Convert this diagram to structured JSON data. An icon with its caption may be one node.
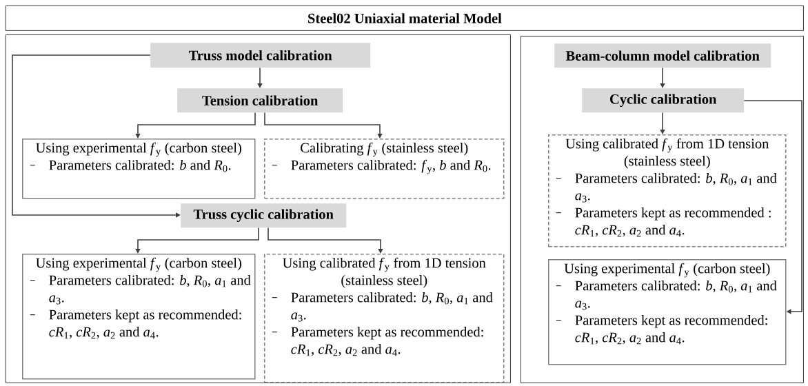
{
  "diagram": {
    "title": "Steel02 Uniaxial material Model",
    "nodes": [
      {
        "text": [],
        "shape": "box"
      },
      {
        "text": [
          "Truss model calibration"
        ],
        "in": 0
      },
      {
        "text": [
          "Tension calibration"
        ],
        "in": 0
      },
      {
        "text": [
          "Using experimental *f*$_{y}$ (carbon steel)",
          "Parameters calibrated: *b* and *R*$_{0}$."
        ],
        "in": 0
      },
      {
        "text": [
          "Calibrating *f*$_{y}$ (stainless steel)",
          "Parameters calibrated: *f*$_{y}$, *b* and *R*$_{0}$."
        ],
        "in": 0
      },
      {
        "text": [
          "Truss cyclic calibration"
        ],
        "in": 0
      },
      {
        "text": [
          "Using experimental *f*$_{y}$ (carbon steel)",
          "Parameters calibrated: *b*, *R*$_{0}$, *a*$_{1}$ and *a*$_{3}$.",
          "Parameters kept as recommended: *cR*$_{1}$, *cR*$_{2}$, *a*$_{2}$ and *a*$_{4}$."
        ],
        "in": 0
      },
      {
        "text": [
          "Using calibrated *f*$_{y}$ from 1D tension (stainless steel)",
          "Parameters calibrated: *b*, *R*$_{0}$, *a*$_{1}$ and *a*$_{3}$.",
          "Parameters kept as recommended: *cR*$_{1}$, *cR*$_{2}$, *a*$_{2}$ and *a*$_{4}$."
        ],
        "in": 0
      },
      {
        "text": [],
        "shape": "box"
      },
      {
        "text": [
          "Beam-column model calibration"
        ],
        "in": 8
      },
      {
        "text": [
          "Cyclic calibration"
        ],
        "in": 8
      },
      {
        "text": [
          "Using calibrated *f*$_{y}$ from 1D tension (stainless steel)",
          "Parameters calibrated: *b*, *R*$_{0}$, *a*$_{1}$ and *a*$_{3}$.",
          "Parameters kept as recommended : *cR*$_{1}$, *cR*$_{2}$, *a*$_{2}$ and *a*$_{4}$."
        ],
        "in": 8
      },
      {
        "text": [
          "Using experimental *f*$_{y}$ (carbon steel)",
          "Parameters calibrated: *b*, *R*$_{0}$, *a*$_{1}$ and *a*$_{3}$.",
          "Parameters kept as recommended: *cR*$_{1}$, *cR*$_{2}$, *a*$_{2}$ and *a*$_{4}$."
        ],
        "in": 8
      }
    ],
    "edges": [
      {
        "from": 1,
        "to": 2,
        "arrow": "to"
      },
      {
        "from": 2,
        "to": 3,
        "arrow": "to"
      },
      {
        "from": 2,
        "to": 4,
        "arrow": "to"
      },
      {
        "from": 1,
        "to": 5,
        "arrow": "to"
      },
      {
        "from": 5,
        "to": 6,
        "arrow": "to"
      },
      {
        "from": 5,
        "to": 7,
        "arrow": "to"
      },
      {
        "from": 9,
        "to": 10,
        "arrow": "to"
      },
      {
        "from": 10,
        "to": 11,
        "arrow": "to"
      },
      {
        "from": 10,
        "to": 12,
        "arrow": "to"
      }
    ]
  }
}
